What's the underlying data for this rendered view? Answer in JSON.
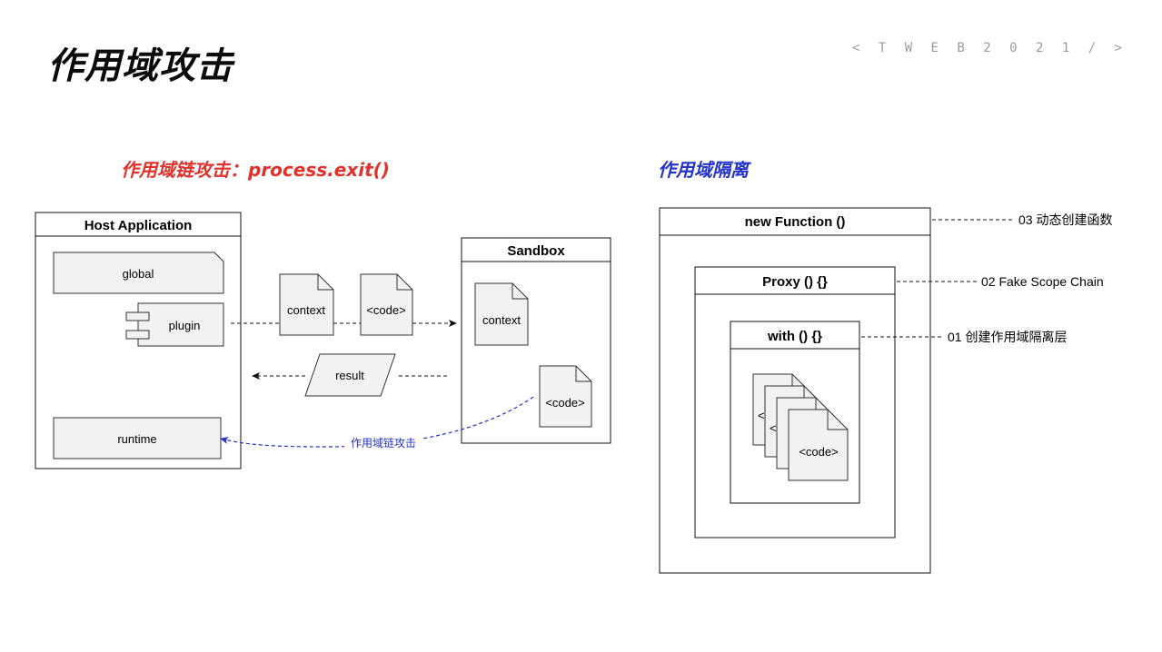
{
  "header": {
    "title": "作用域攻击",
    "brand": "< T W E B 2 0 2 1 / >"
  },
  "left_section": {
    "title": "作用域链攻击：process.exit()",
    "host": {
      "title": "Host Application",
      "global": "global",
      "plugin": "plugin",
      "runtime": "runtime"
    },
    "transit": {
      "context": "context",
      "code": "<code>",
      "result": "result"
    },
    "sandbox": {
      "title": "Sandbox",
      "context": "context",
      "code": "<code>"
    },
    "attack_label": "作用域链攻击"
  },
  "right_section": {
    "title": "作用域隔离",
    "outer": {
      "title": "new Function ()",
      "note": "03 动态创建函数"
    },
    "middle": {
      "title": "Proxy () {}",
      "note": "02 Fake Scope Chain"
    },
    "inner": {
      "title": "with () {}",
      "note": "01 创建作用域隔离层"
    },
    "docs": {
      "peek_1": "<",
      "peek_2": "<",
      "front": "<code>"
    }
  },
  "colors": {
    "red": "#e0312b",
    "blue": "#2433c9",
    "shape_fill": "#f2f2f2"
  }
}
